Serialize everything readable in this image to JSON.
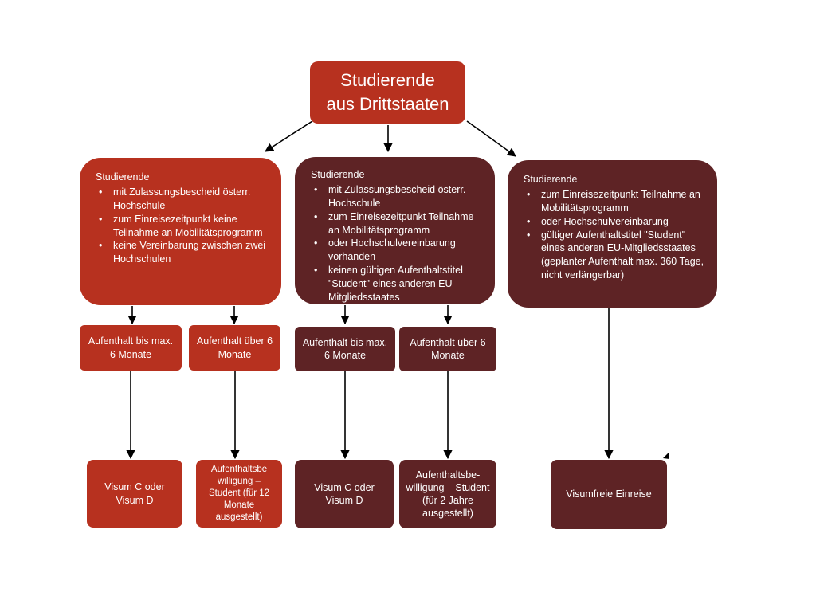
{
  "root": {
    "line1": "Studierende",
    "line2": "aus Drittstaaten"
  },
  "branches": [
    {
      "heading": "Studierende",
      "items": [
        "mit Zulassungsbescheid österr. Hochschule",
        "zum Einreisezeitpunkt keine Teilnahme an Mobilitätsprogramm",
        "keine Vereinbarung zwischen zwei Hochschulen"
      ]
    },
    {
      "heading": "Studierende",
      "items": [
        "mit Zulassungsbescheid österr. Hochschule",
        "zum Einreisezeitpunkt Teilnahme an Mobilitätsprogramm",
        "oder Hochschulvereinbarung vorhanden",
        "keinen gültigen Aufenthaltstitel \"Student\" eines anderen EU-Mitgliedsstaates"
      ]
    },
    {
      "heading": "Studierende",
      "items": [
        "zum Einreisezeitpunkt  Teilnahme an Mobilitätsprogramm",
        "oder Hochschulvereinbarung",
        "gültiger Aufenthaltstitel \"Student\" eines anderen EU-Mitgliedsstaates (geplanter Aufenthalt max. 360 Tage, nicht verlängerbar)"
      ]
    }
  ],
  "durations": [
    "Aufenthalt bis max. 6 Monate",
    "Aufenthalt über 6 Monate",
    "Aufenthalt bis max. 6 Monate",
    "Aufenthalt über 6 Monate"
  ],
  "outcomes": [
    "Visum C oder Visum D",
    "Aufenthaltsbe willigung  – Student (für 12 Monate ausgestellt)",
    "Visum C oder Visum D",
    "Aufenthaltsbe-willigung – Student (für 2 Jahre ausgestellt)",
    "Visumfreie Einreise"
  ],
  "colors": {
    "red": "#b7311f",
    "dark": "#5e2325",
    "arrow": "#000000"
  }
}
